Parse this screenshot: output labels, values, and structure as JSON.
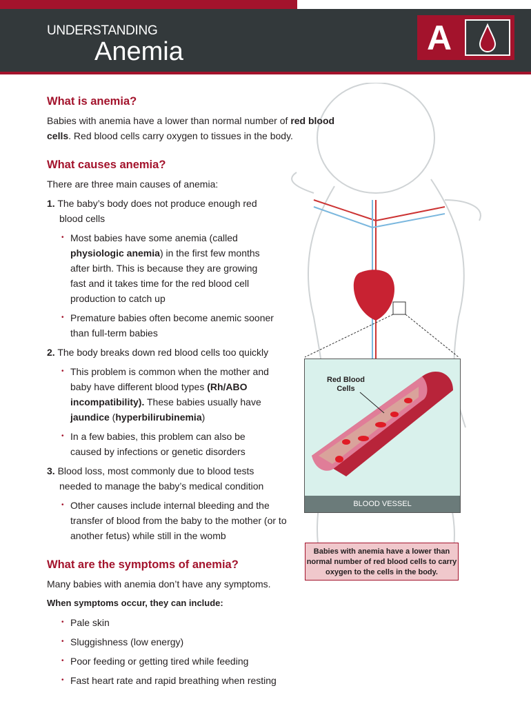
{
  "header": {
    "kicker": "UNDERSTANDING",
    "title": "Anemia",
    "logo_letter": "A"
  },
  "colors": {
    "brand_red": "#a3132c",
    "header_dark": "#33393b"
  },
  "s1": {
    "heading": "What is anemia?",
    "p1a": "Babies with anemia have a lower than normal number of ",
    "p1b": "red blood cells",
    "p1c": ". Red blood cells carry oxygen to tissues in the body."
  },
  "s2": {
    "heading": "What causes anemia?",
    "intro": "There are three main causes of anemia:",
    "c1": {
      "num": "1.",
      "text": " The baby’s body does not produce enough red blood cells",
      "b1a": "Most babies have some anemia (called ",
      "b1b": "physiologic anemia",
      "b1c": ") in the first few months after birth. This is because they are growing fast and it takes time for the red blood cell production to catch up",
      "b2": "Premature babies often become anemic sooner than full-term babies"
    },
    "c2": {
      "num": "2.",
      "text": " The body breaks down red blood cells too quickly",
      "b1a": "This problem is common when the mother and baby have different blood types ",
      "b1b": "(Rh/ABO incompatibility).",
      "b1c": " These babies usually have ",
      "b1d": "jaundice",
      "b1e": " (",
      "b1f": "hyperbilirubinemia",
      "b1g": ")",
      "b2": "In a few babies, this problem can also be caused by infections or genetic disorders"
    },
    "c3": {
      "num": "3.",
      "text": " Blood loss, most commonly due to blood tests needed to manage the baby’s medical condition",
      "b1": "Other causes include internal bleeding and the transfer of blood from the baby to the mother (or to another fetus) while still in the womb"
    }
  },
  "s3": {
    "heading": "What are the symptoms of anemia?",
    "intro": "Many babies with anemia don’t have any symptoms.",
    "lead": "When symptoms occur, they can include:",
    "items": [
      "Pale skin",
      "Sluggishness (low energy)",
      "Poor feeding or getting tired while feeding",
      "Fast heart rate and rapid breathing when resting"
    ]
  },
  "figure": {
    "rbc_label1": "Red Blood",
    "rbc_label2": "Cells",
    "vessel_label": "BLOOD VESSEL",
    "caption": "Babies with anemia have a lower than normal number of red blood cells to carry oxygen to the cells in the body."
  }
}
